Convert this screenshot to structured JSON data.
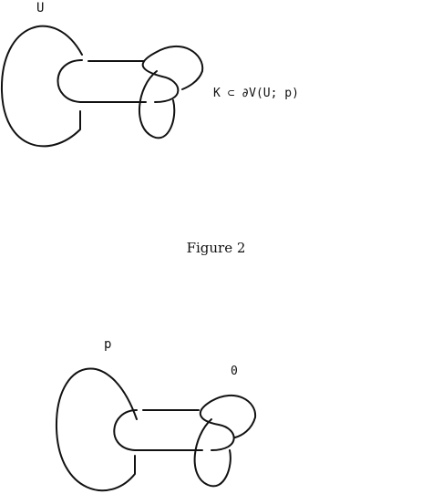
{
  "top_diagram": {
    "component_label": "U",
    "knot_label": "K ⊂ ∂V(U; p)"
  },
  "caption": "Figure 2",
  "bottom_diagram": {
    "component_label": "p",
    "knot_label": "0"
  },
  "colors": {
    "ink": "#111111",
    "background": "#ffffff"
  }
}
